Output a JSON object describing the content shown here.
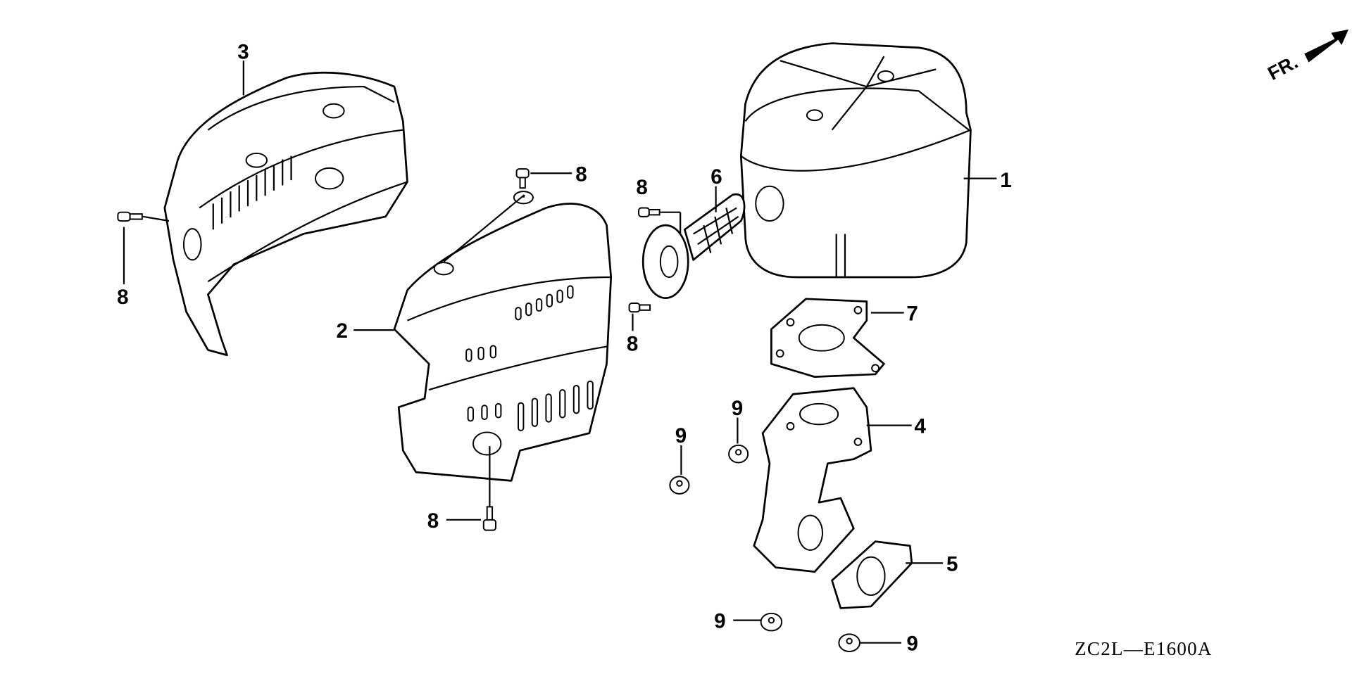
{
  "diagram": {
    "drawing_code": "ZC2L—E1600A",
    "front_indicator": "FR.",
    "callouts": [
      {
        "ref": "1"
      },
      {
        "ref": "2"
      },
      {
        "ref": "3"
      },
      {
        "ref": "4"
      },
      {
        "ref": "5"
      },
      {
        "ref": "6"
      },
      {
        "ref": "7"
      },
      {
        "ref": "8"
      },
      {
        "ref": "9"
      }
    ],
    "bolt_label": "8",
    "nut_label": "9"
  }
}
